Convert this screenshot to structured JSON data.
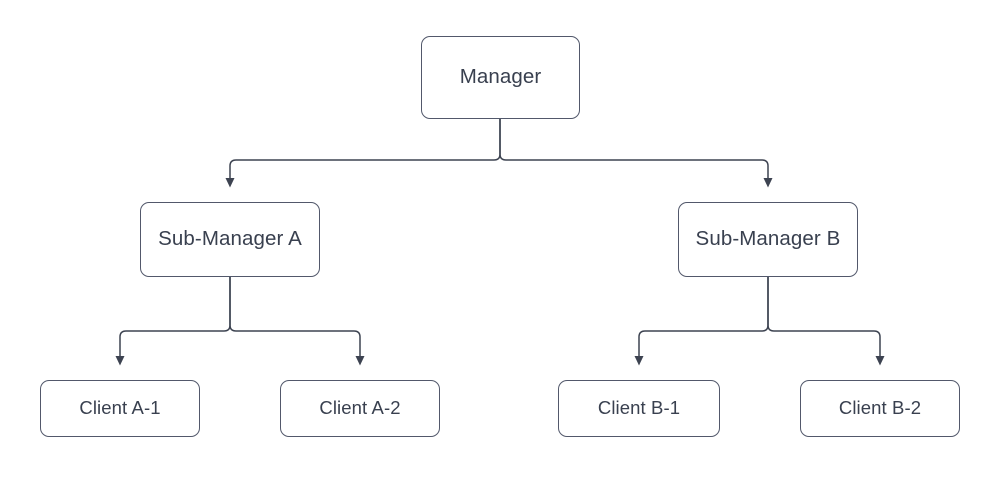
{
  "diagram": {
    "type": "organizational-hierarchy-tree",
    "orientation": "top-down",
    "background_color": "#ffffff",
    "node_border_color": "#52586b",
    "node_fill_color": "#ffffff",
    "node_text_color": "#39404f",
    "edge_color": "#3d4351",
    "arrowhead_style": "filled-triangle",
    "nodes": {
      "manager": {
        "label": "Manager"
      },
      "sub_manager_a": {
        "label": "Sub-Manager A"
      },
      "sub_manager_b": {
        "label": "Sub-Manager B"
      },
      "client_a1": {
        "label": "Client A-1"
      },
      "client_a2": {
        "label": "Client A-2"
      },
      "client_b1": {
        "label": "Client B-1"
      },
      "client_b2": {
        "label": "Client B-2"
      }
    },
    "edges": [
      {
        "from": "Manager",
        "to": "Sub-Manager A"
      },
      {
        "from": "Manager",
        "to": "Sub-Manager B"
      },
      {
        "from": "Sub-Manager A",
        "to": "Client A-1"
      },
      {
        "from": "Sub-Manager A",
        "to": "Client A-2"
      },
      {
        "from": "Sub-Manager B",
        "to": "Client B-1"
      },
      {
        "from": "Sub-Manager B",
        "to": "Client B-2"
      }
    ]
  }
}
